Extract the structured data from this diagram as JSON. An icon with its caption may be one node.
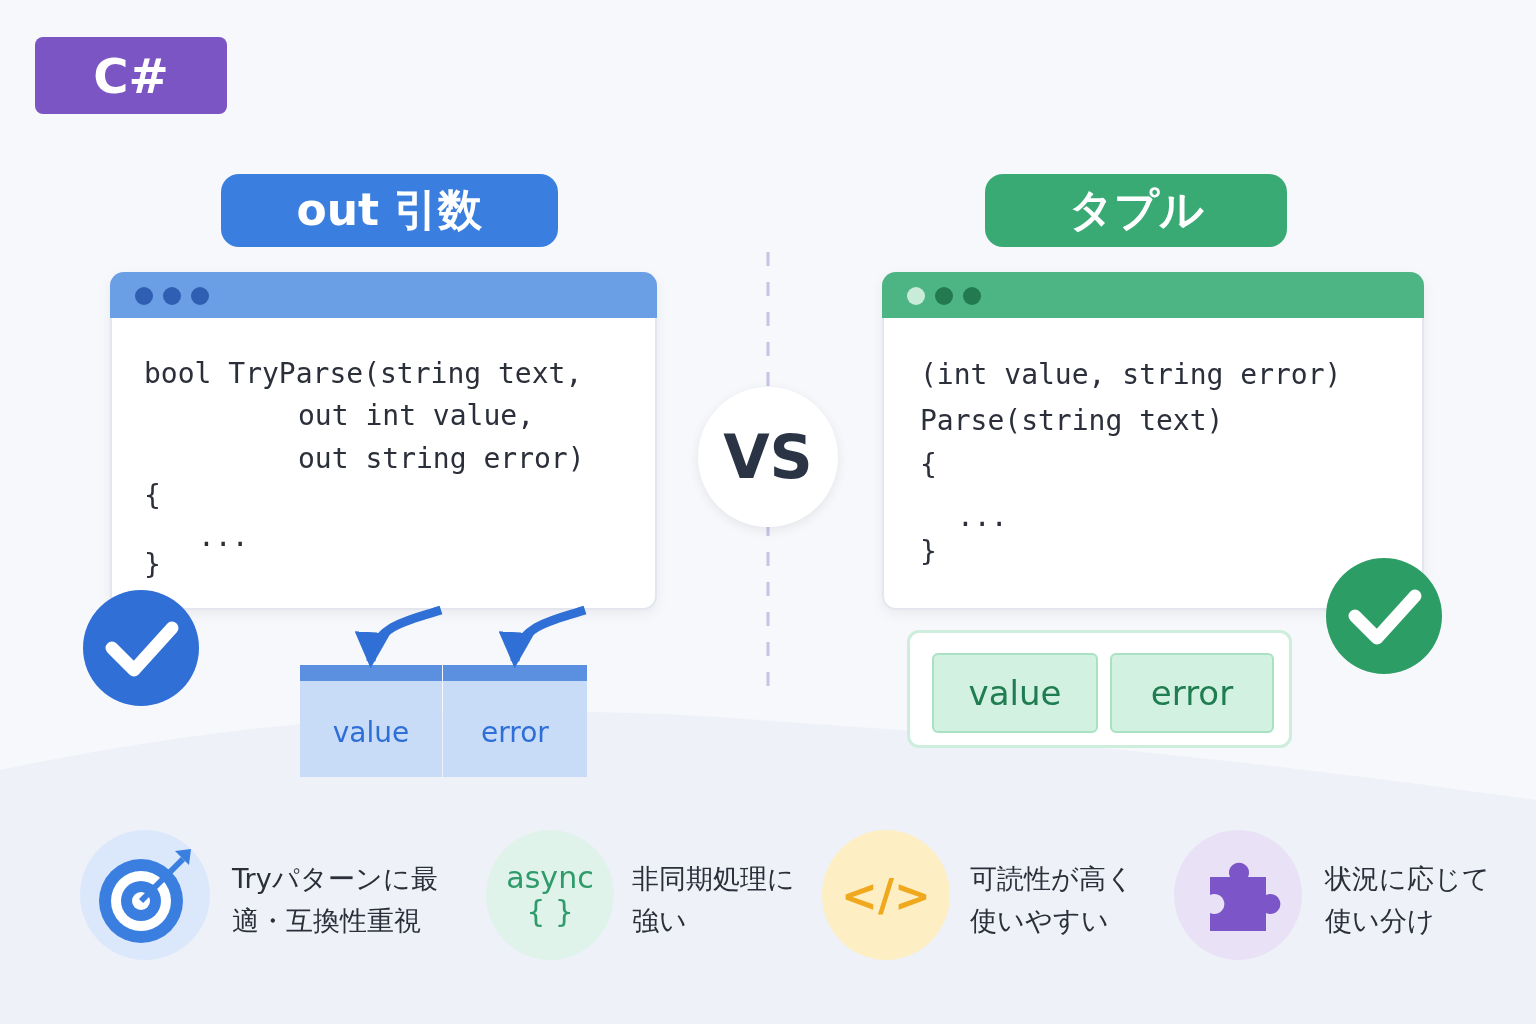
{
  "diagram": {
    "nodes": [
      {
        "text": [
          "C#"
        ]
      },
      {
        "text": [
          "out 引数"
        ]
      },
      {
        "text": [
          "bool TryParse(string text,",
          "out int value,",
          "out string error)",
          "{",
          "...",
          "}"
        ]
      },
      {
        "text": [
          "value"
        ]
      },
      {
        "text": [
          "error"
        ]
      },
      {
        "text": [
          "VS"
        ]
      },
      {
        "text": [
          "タプル"
        ]
      },
      {
        "text": [
          "(int value, string error)",
          "Parse(string text)",
          "{",
          "...",
          "}"
        ]
      },
      {
        "text": [],
        "shape": "box"
      },
      {
        "text": [
          "value"
        ],
        "in": 8
      },
      {
        "text": [
          "error"
        ],
        "in": 8
      },
      {
        "text": [],
        "shape": "circle",
        "beside": [
          "Tryパターンに最適・互換性重視"
        ]
      },
      {
        "text": [
          "async",
          "{ }"
        ],
        "beside": [
          "非同期処理に強い"
        ]
      },
      {
        "text": [
          "</>"
        ],
        "beside": [
          "可読性が高く使いやすい"
        ]
      },
      {
        "text": [],
        "shape": "circle",
        "beside": [
          "状況に応じて使い分け"
        ]
      }
    ],
    "edges": [
      {
        "from": 2,
        "to": 3,
        "arrow": "to"
      },
      {
        "from": 2,
        "to": 4,
        "arrow": "to"
      }
    ]
  }
}
